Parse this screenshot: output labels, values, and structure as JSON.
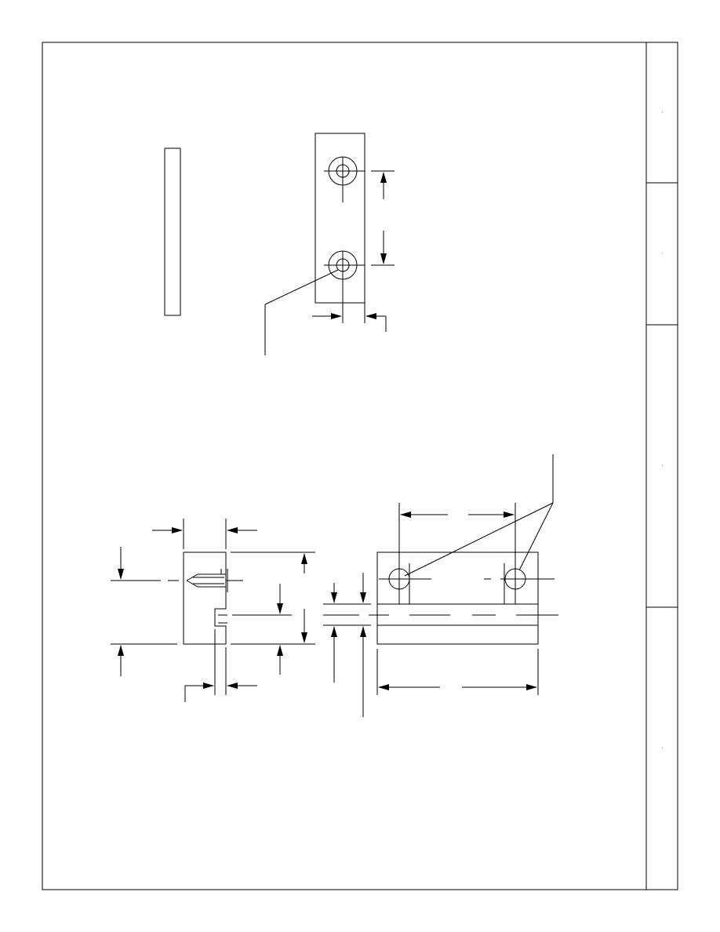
{
  "drawing": {
    "type": "mechanical-drawing",
    "colors": {
      "line": "#000000",
      "background": "#ffffff",
      "title_marks": "#cc0000"
    },
    "title_block": {
      "panels": 4,
      "mark_glyph": "·"
    },
    "views": [
      {
        "name": "side-view"
      },
      {
        "name": "top-view",
        "holes": 2
      },
      {
        "name": "end-view"
      },
      {
        "name": "front-view",
        "holes": 2
      }
    ]
  }
}
